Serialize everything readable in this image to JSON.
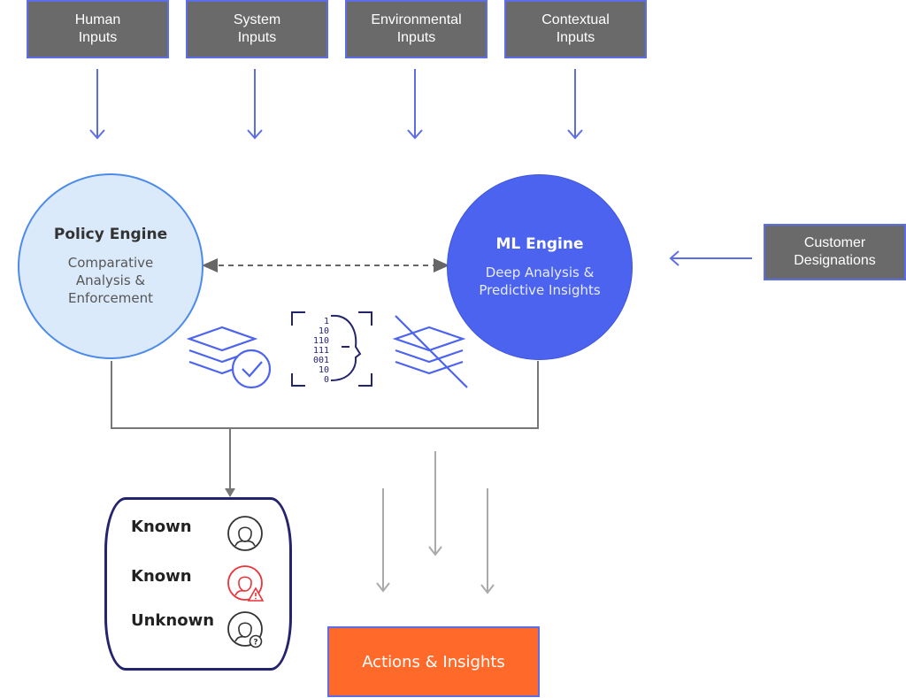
{
  "inputs": [
    {
      "line1": "Human",
      "line2": "Inputs"
    },
    {
      "line1": "System",
      "line2": "Inputs"
    },
    {
      "line1": "Environmental",
      "line2": "Inputs"
    },
    {
      "line1": "Contextual",
      "line2": "Inputs"
    }
  ],
  "customer": {
    "line1": "Customer",
    "line2": "Designations"
  },
  "policy_engine": {
    "title": "Policy Engine",
    "line1": "Comparative",
    "line2": "Analysis &",
    "line3": "Enforcement"
  },
  "ml_engine": {
    "title": "ML Engine",
    "line1": "Deep Analysis &",
    "line2": "Predictive Insights"
  },
  "binary_digits": [
    "1",
    "10",
    "110",
    "111",
    "001",
    "10",
    "0"
  ],
  "status": [
    {
      "label": "Known",
      "icon": "person-icon",
      "color": "#333333"
    },
    {
      "label": "Known",
      "icon": "person-warning-icon",
      "color": "#e8343a"
    },
    {
      "label": "Unknown",
      "icon": "person-question-icon",
      "color": "#333333"
    }
  ],
  "actions": {
    "label": "Actions & Insights"
  },
  "colors": {
    "arrow_blue": "#5b6ee8",
    "box_gray": "#6a6a6a",
    "accent_orange": "#ff6a2b",
    "ml_blue": "#4b63ef",
    "policy_fill": "#dbeafb"
  }
}
